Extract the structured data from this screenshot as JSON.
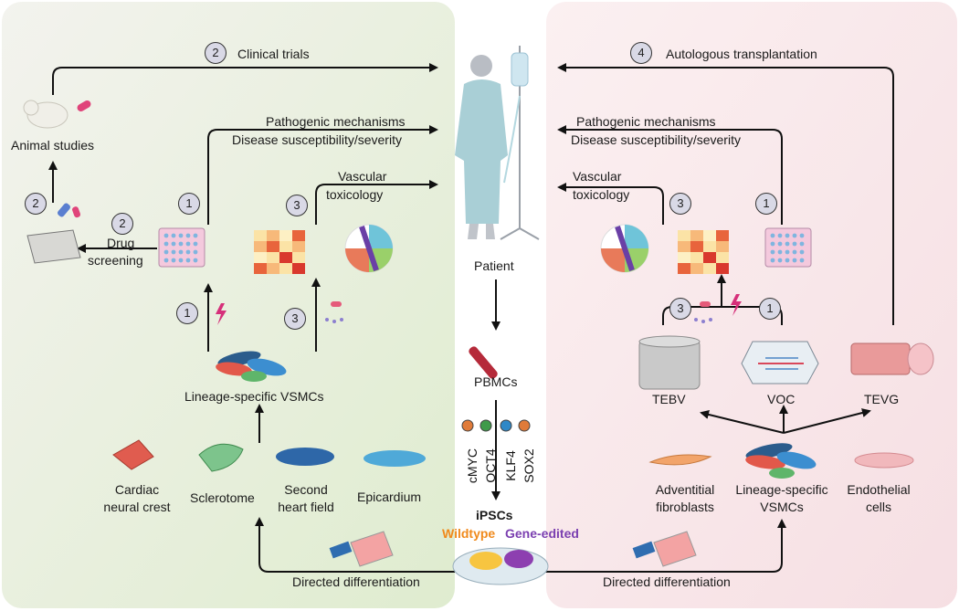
{
  "panels": {
    "left_color": "#e6efd6",
    "right_color": "#f9e3e6"
  },
  "top": {
    "clinical_trials": {
      "num": "2",
      "text": "Clinical trials"
    },
    "autologous": {
      "num": "4",
      "text": "Autologous  transplantation"
    }
  },
  "left": {
    "animal_studies": "Animal studies",
    "pathogenic": "Pathogenic mechanisms",
    "disease": "Disease susceptibility/severity",
    "vascular": "Vascular",
    "toxicology": "toxicology",
    "drug": "Drug",
    "screening": "screening",
    "lineage_vsmcs": "Lineage-specific VSMCs",
    "cardiac": "Cardiac",
    "neural_crest": "neural crest",
    "sclerotome": "Sclerotome",
    "second": "Second",
    "heart_field": "heart field",
    "epicardium": "Epicardium",
    "directed": "Directed differentiation",
    "nums": {
      "n_drug_up": "2",
      "n_drug": "2",
      "n_plate": "1",
      "n_vasc": "3",
      "n_lineage": "1",
      "n_tox": "3"
    }
  },
  "center": {
    "patient": "Patient",
    "pbmcs": "PBMCs",
    "factors": [
      "cMYC",
      "OCT4",
      "KLF4",
      "SOX2"
    ],
    "factor_colors": [
      "#e07b39",
      "#3f9a4a",
      "#2f88c7",
      "#e07b39"
    ],
    "ipscs": "iPSCs",
    "wildtype": "Wildtype",
    "gene_edited": "Gene-edited",
    "wildtype_color": "#f08a1c",
    "gene_edited_color": "#7b3fb0"
  },
  "right": {
    "pathogenic": "Pathogenic mechanisms",
    "disease": "Disease susceptibility/severity",
    "vascular": "Vascular",
    "toxicology": "toxicology",
    "tebv": "TEBV",
    "voc": "VOC",
    "tevg": "TEVG",
    "adventitial": "Adventitial",
    "fibroblasts": "fibroblasts",
    "lineage": "Lineage-specific",
    "vsmcs": "VSMCs",
    "endothelial": "Endothelial",
    "cells": "cells",
    "directed": "Directed differentiation",
    "nums": {
      "n_vasc": "3",
      "n_plate": "1",
      "n_tox": "3",
      "n_lineage": "1"
    }
  }
}
